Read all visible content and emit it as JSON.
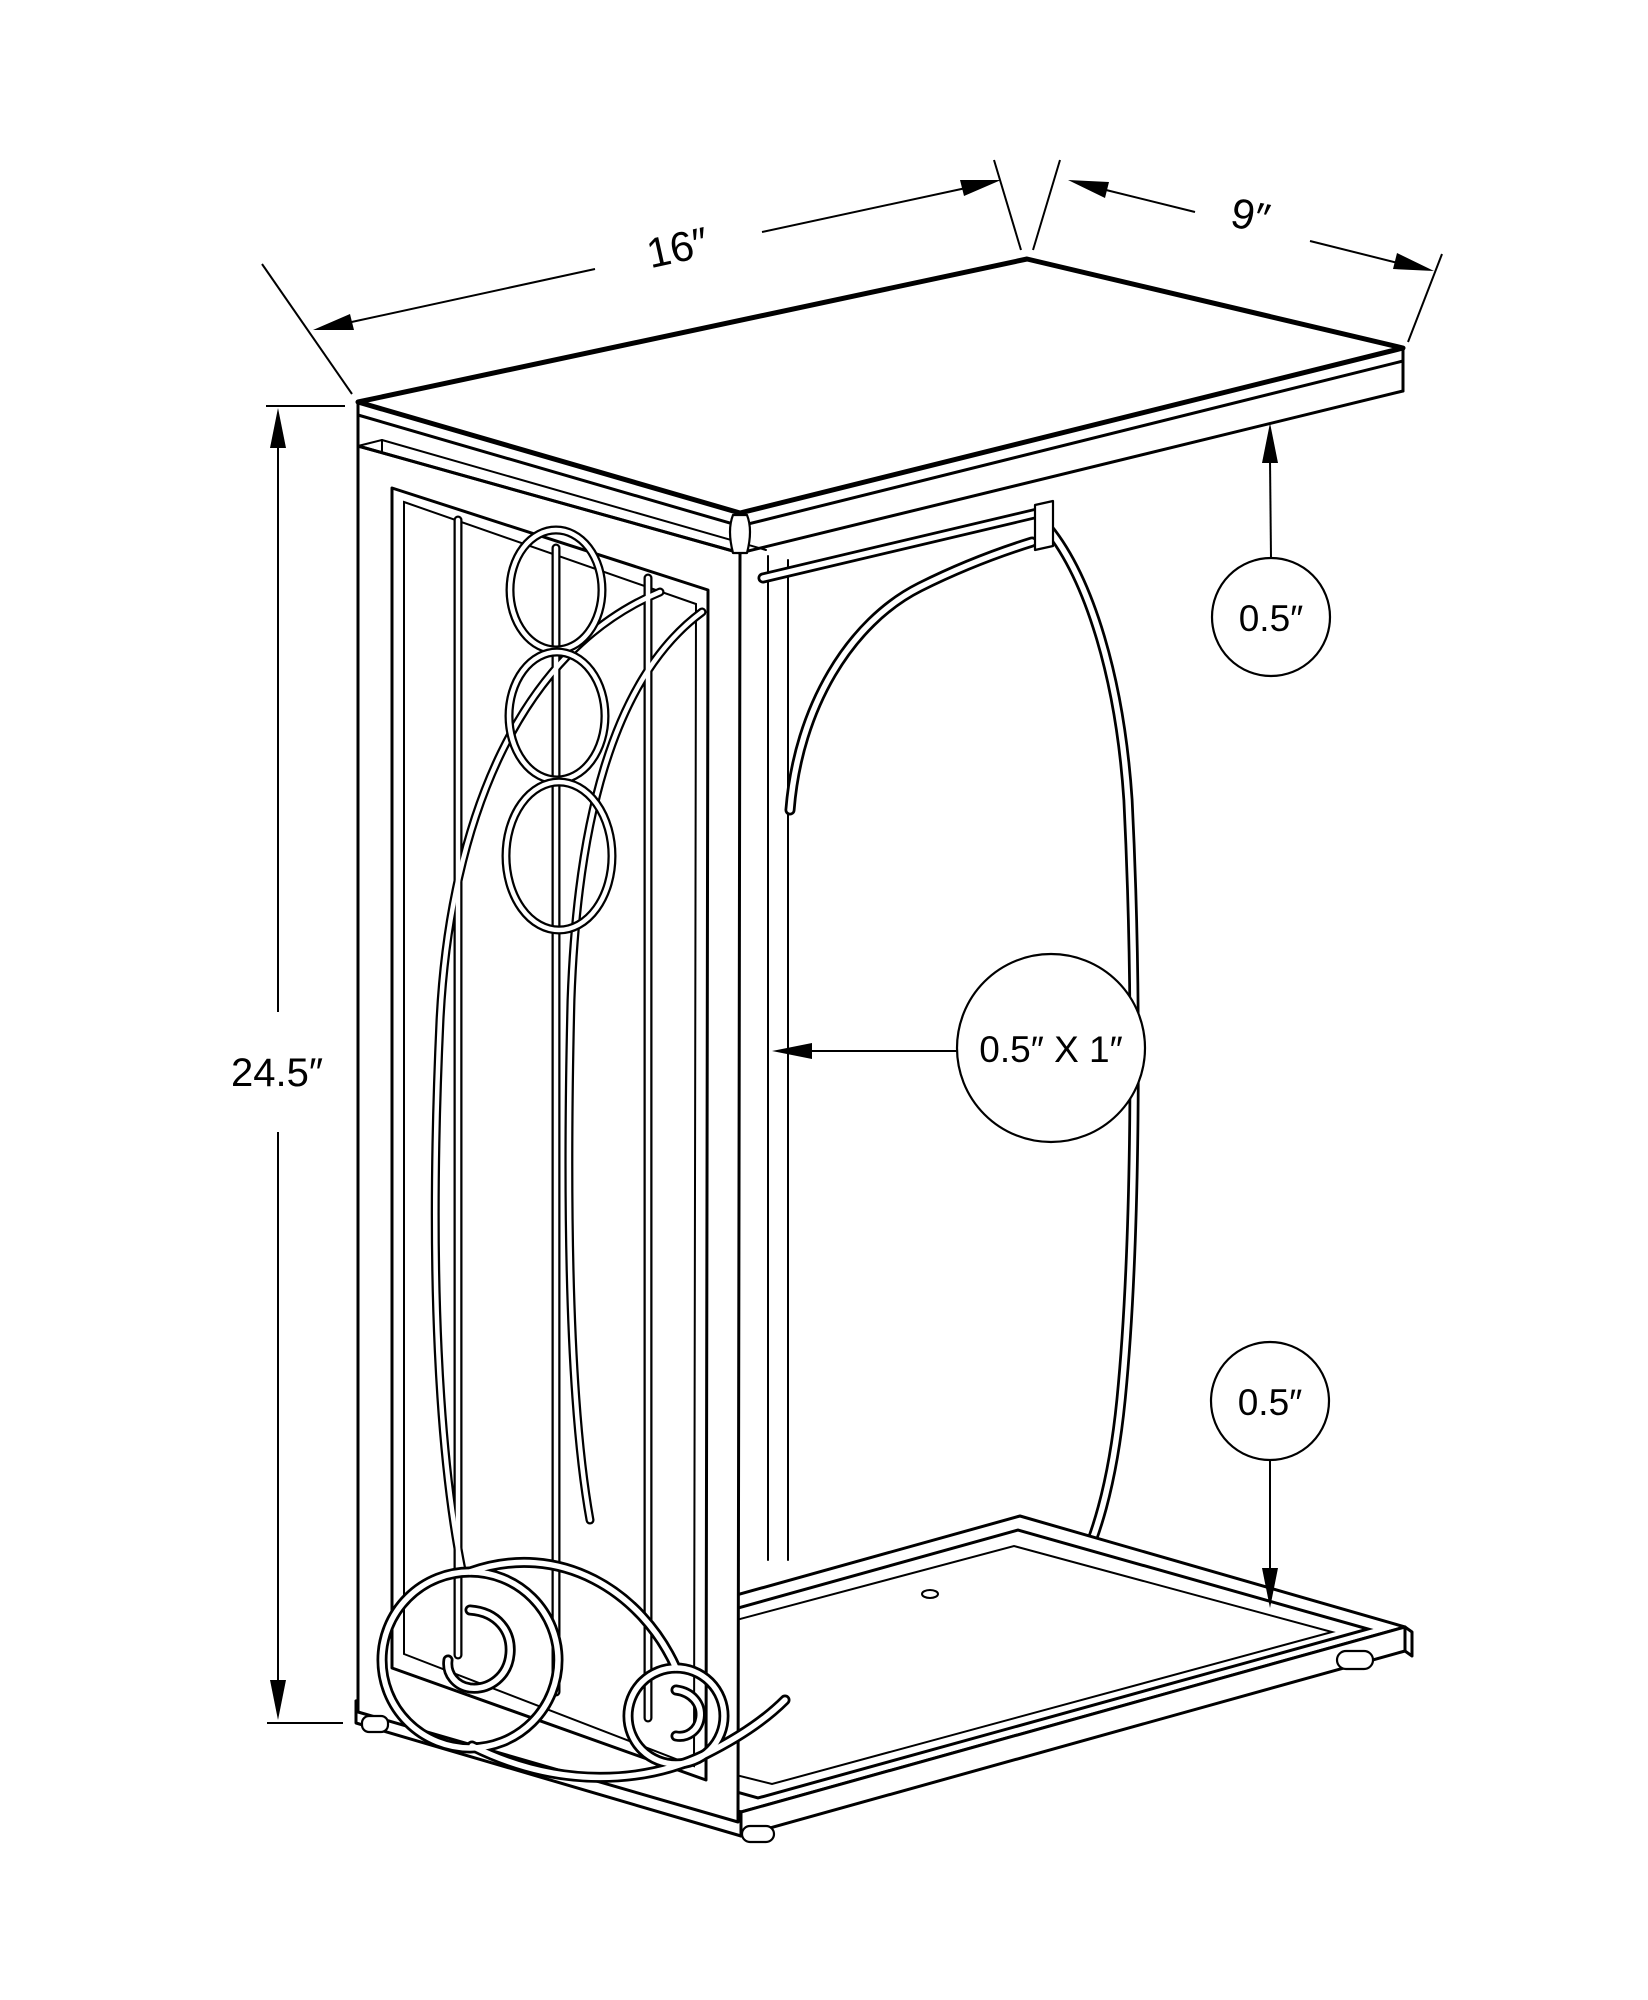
{
  "figure": {
    "kind": "product-dimension-diagram",
    "subject": "c-shaped-accent-table-with-scroll-metal-frame",
    "background_color": "#ffffff",
    "line_color": "#000000"
  },
  "annotations": {
    "top_width_label": "16″",
    "top_depth_label": "9″",
    "height_label": "24.5″",
    "top_thickness_label": "0.5″",
    "frame_tube_label": "0.5″ X 1″",
    "shelf_thickness_label": "0.5″"
  }
}
